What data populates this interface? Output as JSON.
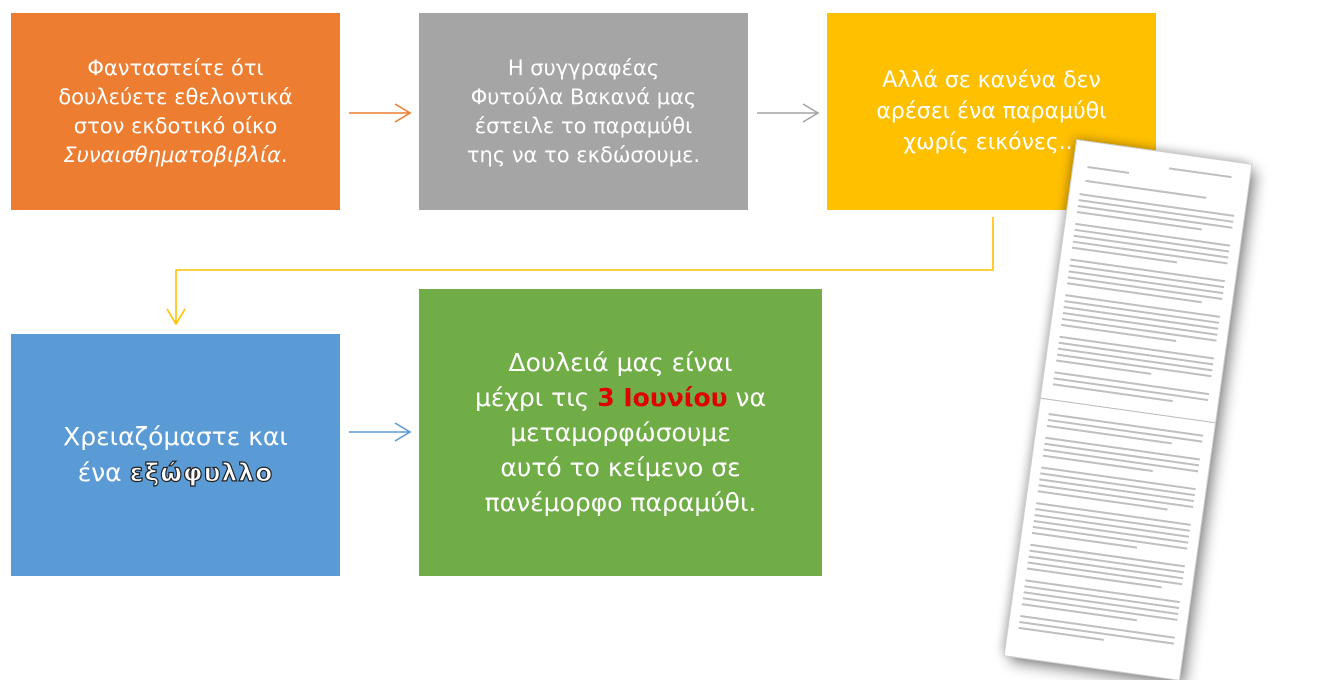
{
  "boxes": {
    "b1": {
      "l1": "Φανταστείτε ότι",
      "l2": "δουλεύετε εθελοντικά",
      "l3": "στον εκδοτικό οίκο",
      "l4_italic": "Συναισθηματοβιβλία",
      "l4_tail": "."
    },
    "b2": {
      "l1": "Η συγγραφέας",
      "l2": "Φυτούλα Βακανά μας",
      "l3": "έστειλε το παραμύθι",
      "l4": "της να το εκδώσουμε."
    },
    "b3": {
      "l1": "Αλλά σε κανένα δεν",
      "l2": "αρέσει ένα παραμύθι",
      "l3": "χωρίς εικόνες..."
    },
    "b4": {
      "l1": "Χρειαζόμαστε και",
      "l2_pre": "ένα ",
      "l2_outlined": "εξώφυλλο"
    },
    "b5": {
      "l1": "Δουλειά μας είναι",
      "l2_pre": "μέχρι τις ",
      "l2_date": "3 Ιουνίου",
      "l2_post": " να",
      "l3": "μεταμορφώσουμε",
      "l4": "αυτό το κείμενο σε",
      "l5": "πανέμορφο παραμύθι."
    }
  },
  "colors": {
    "orange": "#ED7D31",
    "gray": "#A5A5A5",
    "gold": "#FFC000",
    "blue": "#5B9BD5",
    "green": "#70AD47",
    "date_red": "#E00000"
  }
}
